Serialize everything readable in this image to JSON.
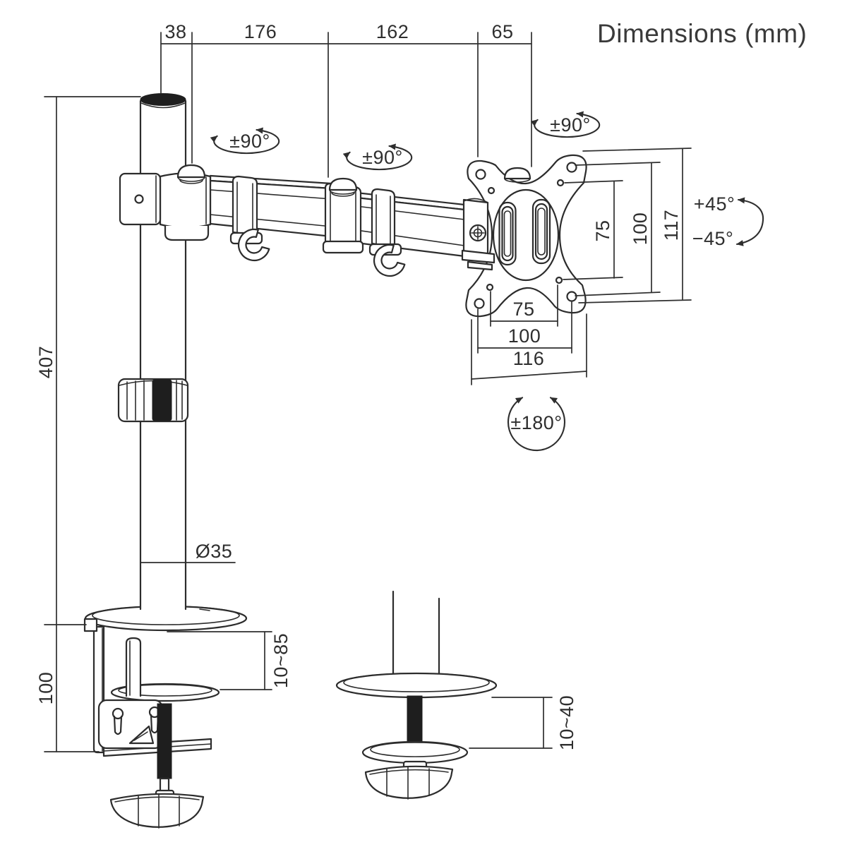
{
  "title": "Dimensions (mm)",
  "dims": {
    "top": {
      "d38": "38",
      "d176": "176",
      "d162": "162",
      "d65": "65"
    },
    "left": {
      "pole_height": "407",
      "clamp_height": "100"
    },
    "vesa_vertical": {
      "v75": "75",
      "v100": "100",
      "v117": "117"
    },
    "vesa_horizontal": {
      "h75": "75",
      "h100": "100",
      "h116": "116"
    },
    "pole_diameter": "Ø35",
    "clamp_desk_range": "10~85",
    "grommet_desk_range": "10~40"
  },
  "rotations": {
    "arm_joint_1": "±90°",
    "arm_joint_2": "±90°",
    "vesa_swivel": "±90°",
    "tilt_up": "+45°",
    "tilt_down": "−45°",
    "vesa_rotate": "±180°"
  },
  "colors": {
    "line": "#2c2c2c",
    "dark_fill": "#1e1e1e",
    "background": "#ffffff"
  }
}
